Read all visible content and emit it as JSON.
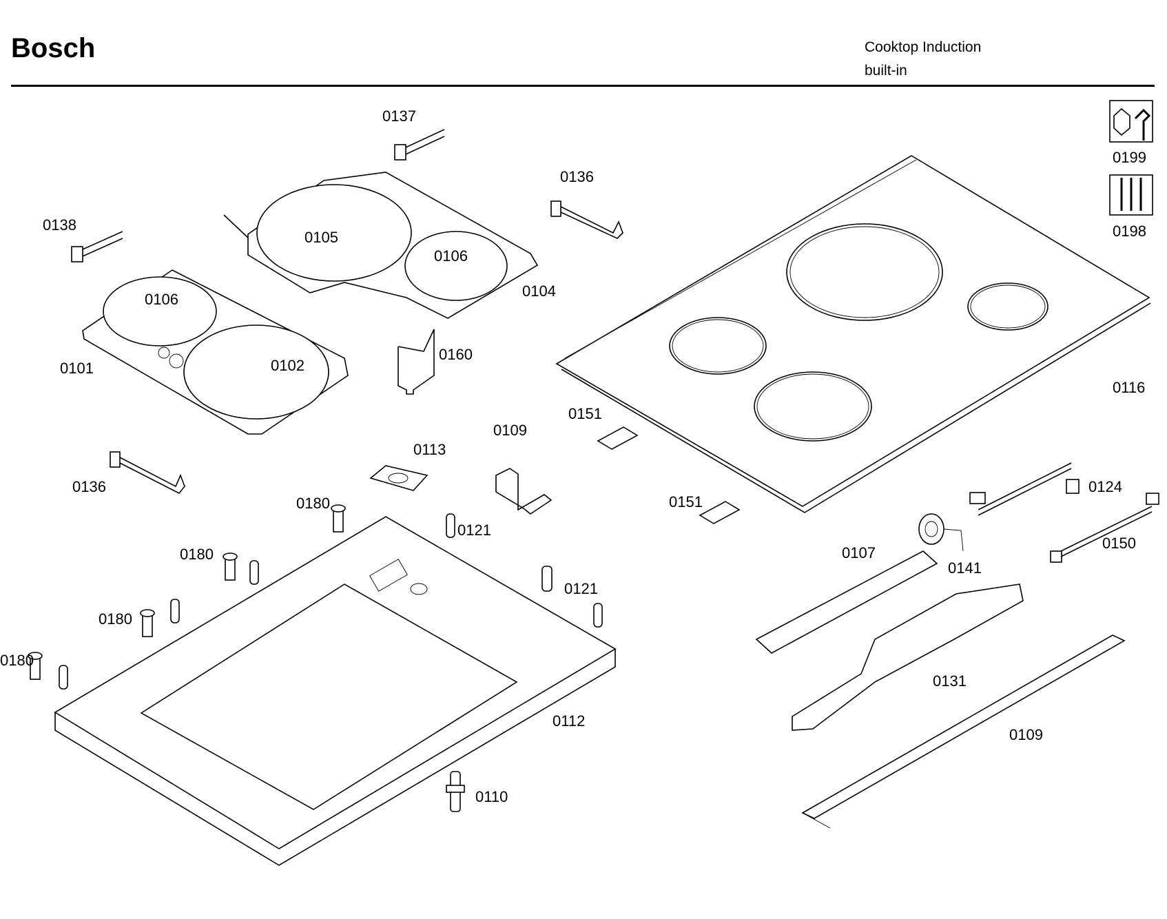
{
  "header": {
    "brand": "Bosch",
    "product_line1": "Cooktop Induction",
    "product_line2": "built-in"
  },
  "part_labels": {
    "p0137": "0137",
    "p0136_top": "0136",
    "p0138": "0138",
    "p0105": "0105",
    "p0106_top": "0106",
    "p0104": "0104",
    "p0106_left": "0106",
    "p0101": "0101",
    "p0102": "0102",
    "p0160": "0160",
    "p0151_top": "0151",
    "p0109_bracket": "0109",
    "p0113": "0113",
    "p0136_bottom": "0136",
    "p0180_a": "0180",
    "p0121_a": "0121",
    "p0180_b": "0180",
    "p0121_b": "0121",
    "p0180_c": "0180",
    "p0180_d": "0180",
    "p0112": "0112",
    "p0110": "0110",
    "p0116": "0116",
    "p0199": "0199",
    "p0198": "0198",
    "p0151_bottom": "0151",
    "p0124": "0124",
    "p0150": "0150",
    "p0107": "0107",
    "p0141": "0141",
    "p0131": "0131",
    "p0109_rail": "0109"
  }
}
